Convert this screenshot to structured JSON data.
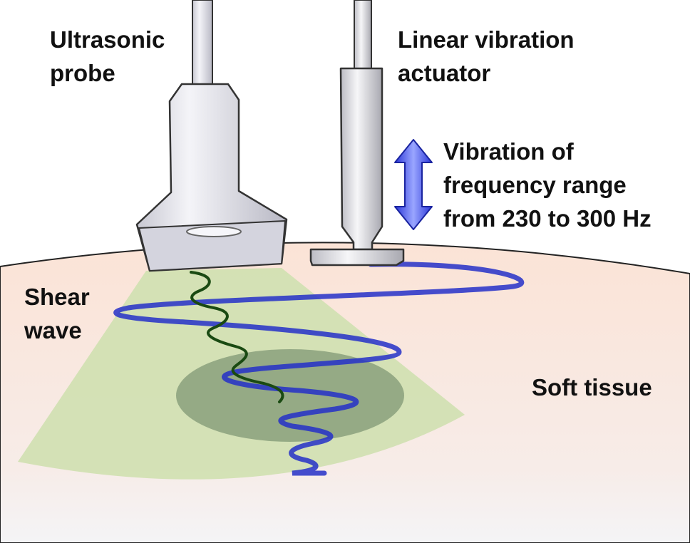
{
  "labels": {
    "probe": [
      "Ultrasonic",
      "probe"
    ],
    "actuator": [
      "Linear vibration",
      "actuator"
    ],
    "vibration": [
      "Vibration of",
      "frequency range",
      "from 230 to 300 Hz"
    ],
    "shear_wave": [
      "Shear",
      "wave"
    ],
    "soft_tissue": "Soft tissue"
  },
  "colors": {
    "tissue": "#f8e6dc",
    "scan_sector": "#cfe0b0",
    "inclusion": "#8aa07c",
    "shear_wave": "#2430c8",
    "probe_echo": "#1a4a12",
    "arrow": "#5a68f0",
    "device": "#e8e8ee"
  }
}
